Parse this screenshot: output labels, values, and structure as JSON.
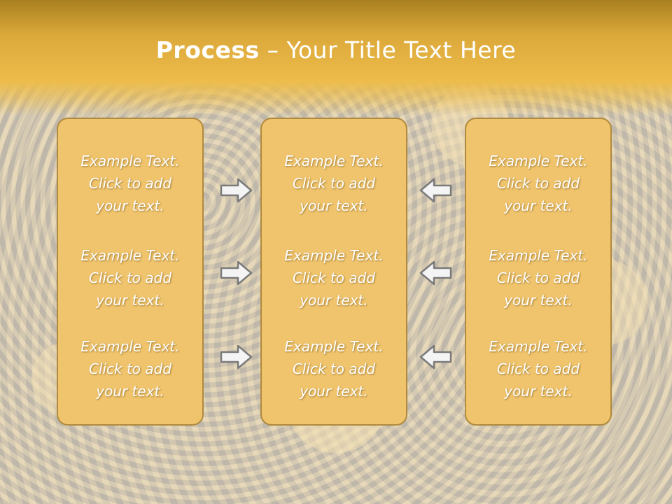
{
  "slide": {
    "title_bold": "Process",
    "title_rest": " – Your Title Text Here"
  },
  "columns": [
    {
      "items": [
        {
          "l1": "Example Text.",
          "l2": "Click  to add",
          "l3": "your text."
        },
        {
          "l1": "Example Text.",
          "l2": "Click  to add",
          "l3": "your text."
        },
        {
          "l1": "Example Text.",
          "l2": "Click  to add",
          "l3": "your text."
        }
      ]
    },
    {
      "items": [
        {
          "l1": "Example Text.",
          "l2": "Click  to add",
          "l3": "your text."
        },
        {
          "l1": "Example Text.",
          "l2": "Click  to add",
          "l3": "your text."
        },
        {
          "l1": "Example Text.",
          "l2": "Click  to add",
          "l3": "your text."
        }
      ]
    },
    {
      "items": [
        {
          "l1": "Example Text.",
          "l2": "Click  to add",
          "l3": "your text."
        },
        {
          "l1": "Example Text.",
          "l2": "Click  to add",
          "l3": "your text."
        },
        {
          "l1": "Example Text.",
          "l2": "Click  to add",
          "l3": "your text."
        }
      ]
    }
  ],
  "arrows": {
    "left_group": "right-arrow-icon",
    "right_group": "left-arrow-icon"
  },
  "colors": {
    "header": "#edbc4a",
    "box_fill": "#f0c46c",
    "box_border": "#b08a3e",
    "arrow_fill": "#f4f4f4",
    "arrow_stroke": "#7a7a7a"
  }
}
